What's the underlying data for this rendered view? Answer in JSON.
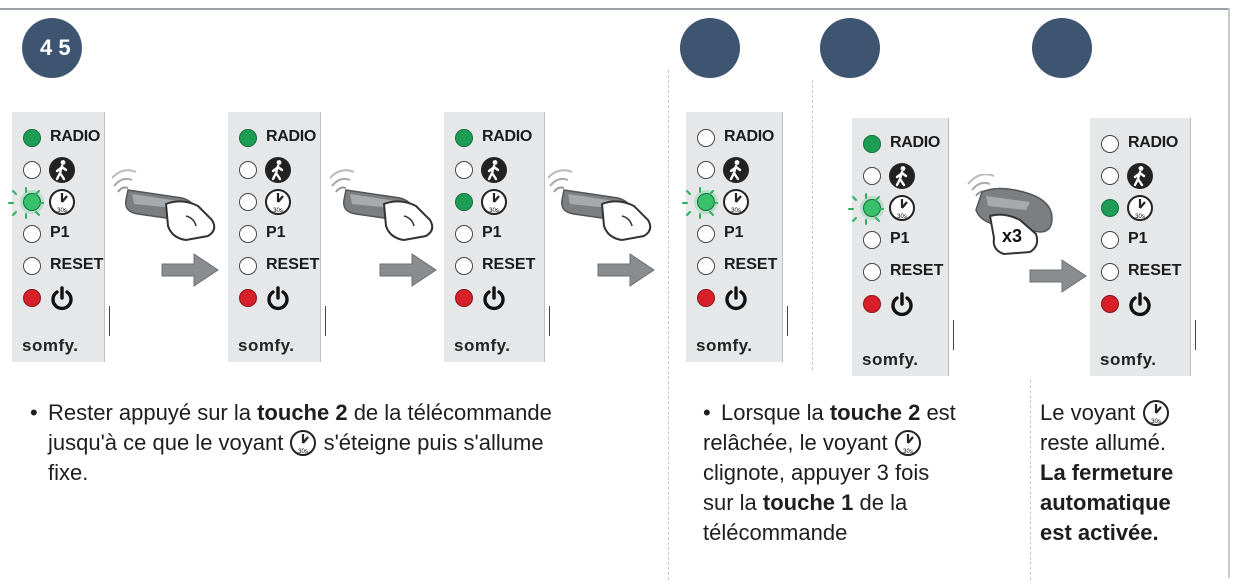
{
  "steps": {
    "badge_1": "4 5"
  },
  "panel": {
    "radio": "RADIO",
    "p1": "P1",
    "reset": "RESET",
    "brand": "somfy."
  },
  "remote": {
    "press_count": "x3"
  },
  "captions": {
    "c1_a": "Rester appuyé sur la ",
    "c1_b": "touche 2",
    "c1_c": " de la télécommande",
    "c1_d": "jusqu'à ce que le voyant ",
    "c1_e": " s'éteigne puis s'allume",
    "c1_f": "fixe.",
    "c2_a": "Lorsque la ",
    "c2_b": "touche 2",
    "c2_c": " est",
    "c2_d": "relâchée, le voyant ",
    "c2_e": "clignote, appuyer 3 fois",
    "c2_f": "sur la ",
    "c2_g": "touche 1",
    "c2_h": " de la",
    "c2_i": "télécommande",
    "c3_a": "Le voyant ",
    "c3_b": "reste allumé.",
    "c3_c": "La fermeture",
    "c3_d": "automatique",
    "c3_e": "est activée."
  },
  "icons": {
    "timer": "timer-30s-icon",
    "pedestrian": "pedestrian-icon",
    "power": "power-icon",
    "arrow": "arrow-right-icon",
    "remote": "remote-hand-icon"
  },
  "colors": {
    "badge": "#3d5570",
    "led_green": "#1e9d55",
    "led_red": "#d8202a",
    "panel": "#e6e7e8"
  },
  "clock_sub": "30s"
}
